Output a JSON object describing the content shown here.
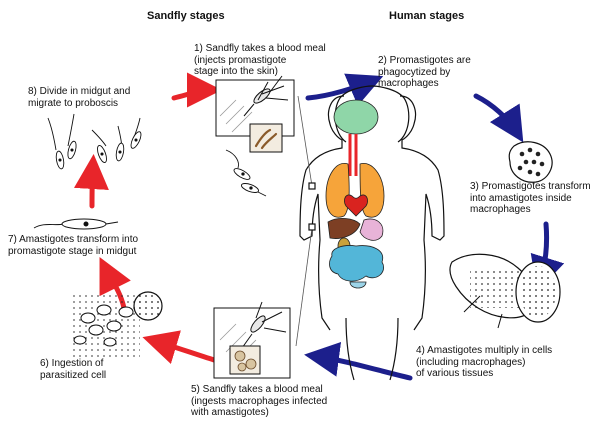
{
  "headers": {
    "sandfly": "Sandfly stages",
    "human": "Human stages"
  },
  "steps": [
    {
      "id": "step-1",
      "text": "1) Sandfly takes a blood meal\n(injects promastigote\nstage into the skin)"
    },
    {
      "id": "step-2",
      "text": "2) Promastigotes are\nphagocytized by\nmacrophages"
    },
    {
      "id": "step-3",
      "text": "3) Promastigotes transform\ninto amastigotes inside\nmacrophages"
    },
    {
      "id": "step-4",
      "text": "4) Amastigotes multiply in cells\n(including macrophages)\nof various tissues"
    },
    {
      "id": "step-5",
      "text": "5) Sandfly takes a blood meal\n(ingests macrophages infected\nwith amastigotes)"
    },
    {
      "id": "step-6",
      "text": "6) Ingestion of\nparasitized cell"
    },
    {
      "id": "step-7",
      "text": "7) Amastigotes transform into\npromastigote stage in midgut"
    },
    {
      "id": "step-8",
      "text": "8) Divide in midgut and\nmigrate to proboscis"
    }
  ],
  "colors": {
    "sandfly_arrow": "#e8252a",
    "human_arrow": "#1c1f8c",
    "brain": "#8fd6a8",
    "lungs": "#f6a43a",
    "heart": "#d9231f",
    "liver": "#7d3f24",
    "stomach": "#e8b3d8",
    "intestine": "#53b6d8",
    "kidney": "#c9a13a",
    "throat": "#e8252a"
  }
}
